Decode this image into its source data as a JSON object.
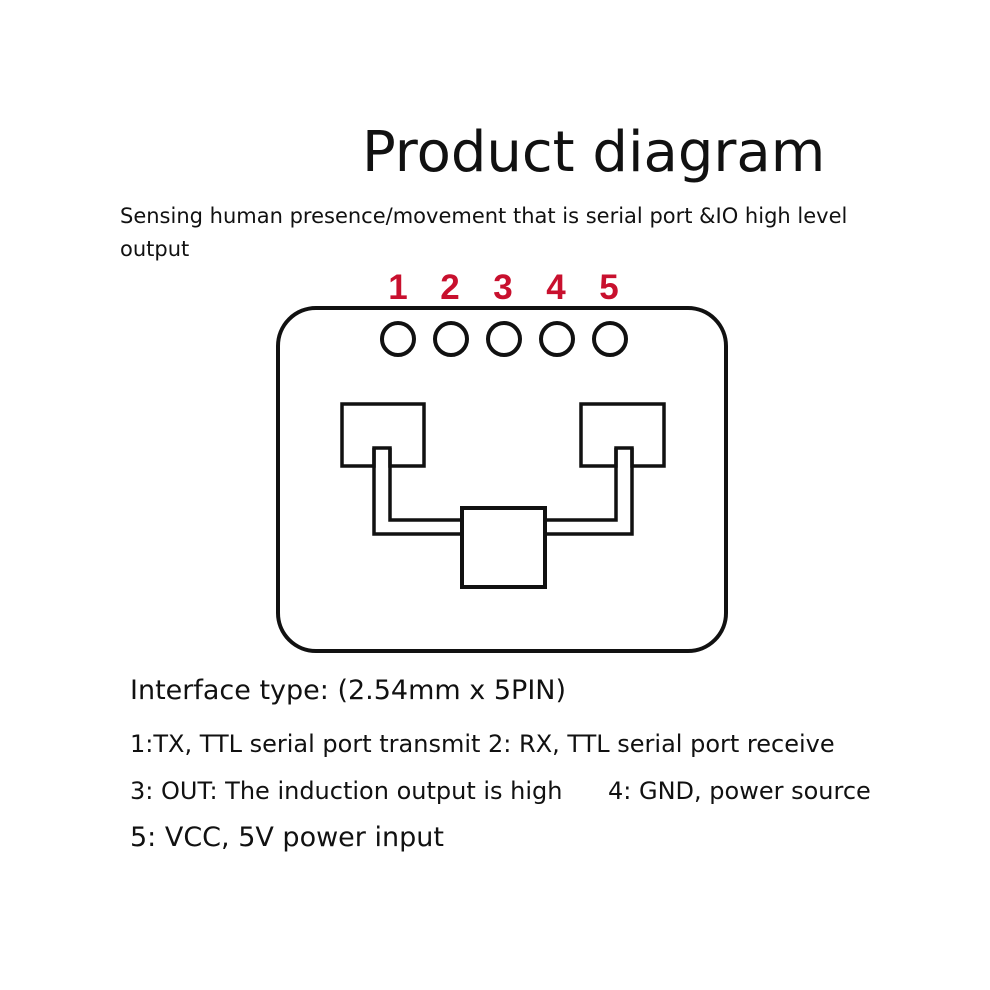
{
  "title": "Product diagram",
  "subtitle": "Sensing human presence/movement that is serial port &IO high level output",
  "pins": [
    "1",
    "2",
    "3",
    "4",
    "5"
  ],
  "colors": {
    "pin_label": "#c8102e",
    "outline": "#111111"
  },
  "specs": {
    "interface": "Interface type: (2.54mm x 5PIN)",
    "line1": "1:TX, TTL serial port transmit 2: RX, TTL serial port receive",
    "line2a": "3: OUT: The induction output is high",
    "line2b": "4: GND, power source",
    "line3": "5: VCC, 5V power input"
  }
}
